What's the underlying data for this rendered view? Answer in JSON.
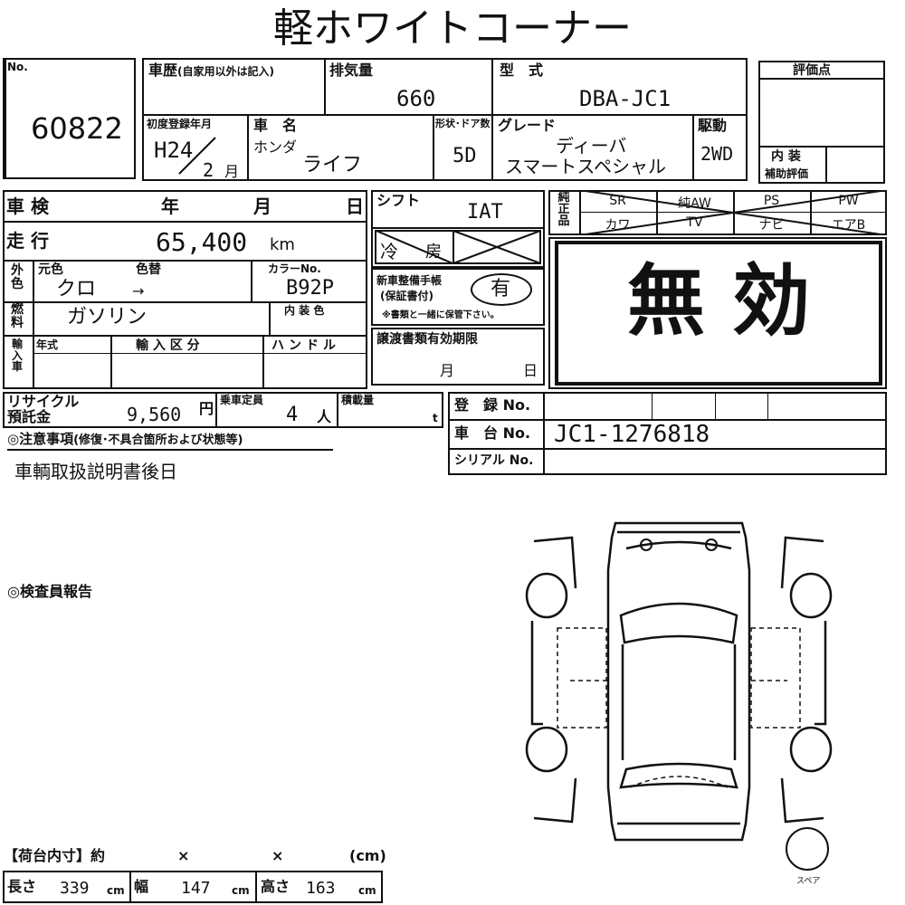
{
  "title": "軽ホワイトコーナー",
  "lot": {
    "no_label": "No.",
    "number": "60822"
  },
  "history": {
    "label": "車歴",
    "note": "(自家用以外は記入)",
    "value": ""
  },
  "displacement": {
    "label": "排気量",
    "value": "660"
  },
  "model": {
    "label": "型　式",
    "value": "DBA-JC1"
  },
  "evaluation": {
    "label": "評価点",
    "interior_label": "内 装",
    "interior_sub": "補助評価"
  },
  "first_registration": {
    "label": "初度登録年月",
    "era": "H24",
    "month": "2",
    "month_unit": "月"
  },
  "car_name": {
    "label": "車　名",
    "maker": "ホンダ",
    "name": "ライフ"
  },
  "doors": {
    "label": "形状･ドア数",
    "value": "5D"
  },
  "grade": {
    "label": "グレード",
    "line1": "ディーバ",
    "line2": "スマートスペシャル"
  },
  "drive": {
    "label": "駆動",
    "value": "2WD"
  },
  "inspection": {
    "label": "車 検",
    "year": "年",
    "month": "月",
    "day": "日"
  },
  "mileage": {
    "label": "走 行",
    "value": "65,400",
    "unit": "km"
  },
  "exterior_color": {
    "side_label": "外\n色",
    "original_label": "元色",
    "changed_label": "色替",
    "original": "クロ",
    "arrow": "→",
    "color_no_label": "カラーNo.",
    "color_no": "B92P"
  },
  "fuel": {
    "side_label": "燃\n料",
    "value": "ガソリン",
    "interior_color_label": "内 装 色"
  },
  "import": {
    "side_label": "輸\n入\n車",
    "year_label": "年式",
    "class_label": "輸 入 区 分",
    "handle_label": "ハンドル"
  },
  "recycle": {
    "label1": "リサイクル",
    "label2": "預託金",
    "value": "9,560",
    "unit": "円"
  },
  "capacity": {
    "label": "乗車定員",
    "value": "4",
    "unit": "人"
  },
  "load": {
    "label": "積載量",
    "unit": "t"
  },
  "notes": {
    "label": "◎注意事項",
    "sub": "(修復･不具合箇所および状態等)",
    "text": "車輌取扱説明書後日"
  },
  "shift": {
    "label": "シフト",
    "value": "IAT"
  },
  "aircon": {
    "label1": "冷",
    "label2": "房"
  },
  "manual": {
    "label1": "新車整備手帳",
    "label2": "(保証書付)",
    "value": "有",
    "footnote": "※書類と一緒に保管下さい。"
  },
  "documents": {
    "label": "譲渡書類有効期限",
    "month": "月",
    "day": "日"
  },
  "equipment": {
    "side_label": "純\n正\n品",
    "row1": [
      "SR",
      "純AW",
      "PS",
      "PW"
    ],
    "row2": [
      "カワ",
      "TV",
      "ナビ",
      "エアB"
    ]
  },
  "stamp": {
    "text": "無 効"
  },
  "registration": {
    "label": "登　録 No.",
    "value": ""
  },
  "chassis": {
    "label": "車　台 No.",
    "value": "JC1-1276818"
  },
  "serial": {
    "label": "シリアル No.",
    "value": ""
  },
  "inspector": {
    "label": "◎検査員報告"
  },
  "spare": {
    "label": "スペア"
  },
  "cargo": {
    "label": "【荷台内寸】約",
    "x1": "×",
    "x2": "×",
    "unit_cm": "(cm)",
    "length_label": "長さ",
    "length": "339",
    "width_label": "幅",
    "width": "147",
    "height_label": "高さ",
    "height": "163",
    "cm": "cm"
  }
}
